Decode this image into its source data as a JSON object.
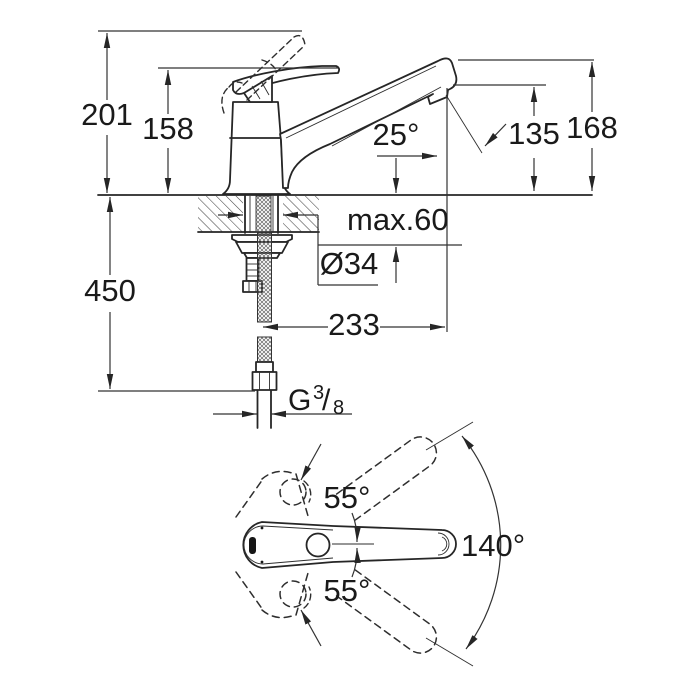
{
  "side_view": {
    "total_height": "201",
    "body_height": "158",
    "hose_length": "450",
    "spout_angle": "25°",
    "outlet_height": "135",
    "spout_tip_height": "168",
    "max_deck_thickness": "max.60",
    "hole_diameter": "Ø34",
    "projection": "233",
    "thread": {
      "prefix": "G",
      "numerator": "3",
      "slash": "/",
      "denominator": "8"
    }
  },
  "top_view": {
    "swivel_up": "55°",
    "swivel_down": "55°",
    "swivel_total": "140°"
  },
  "colors": {
    "line": "#262626",
    "dim": "#333333",
    "text": "#1a1a1a",
    "background": "#ffffff"
  }
}
